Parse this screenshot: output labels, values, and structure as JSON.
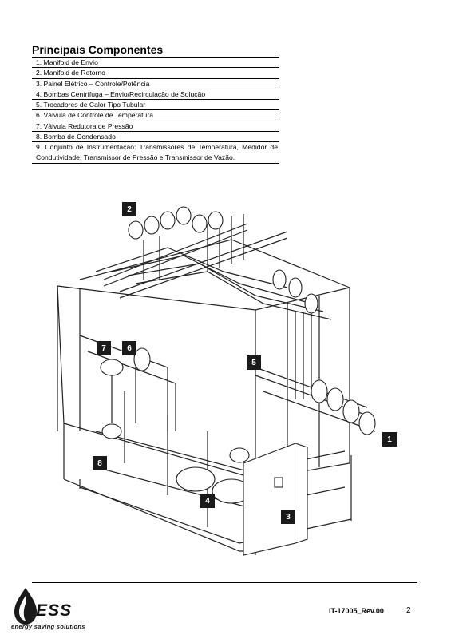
{
  "heading": "Principais Componentes",
  "components": [
    "1. Manifold de Envio",
    "2. Manifold de Retorno",
    "3. Painel Elétrico – Controle/Potência",
    "4. Bombas Centrífuga – Envio/Recirculação de Solução",
    "5. Trocadores de Calor Tipo Tubular",
    "6. Válvula de Controle de Temperatura",
    "7. Válvula Redutora de Pressão",
    "8. Bomba de Condensado",
    "9. Conjunto de Instrumentação: Transmissores de Temperatura, Medidor de Condutividade, Transmissor de Pressão e Transmissor de Vazão."
  ],
  "markers": [
    "2",
    "7",
    "6",
    "5",
    "1",
    "8",
    "4",
    "3"
  ],
  "footer": {
    "logo_word": "ESS",
    "logo_tagline": "energy saving solutions",
    "doc_code": "IT-17005_Rev.00",
    "page_number": "2"
  }
}
